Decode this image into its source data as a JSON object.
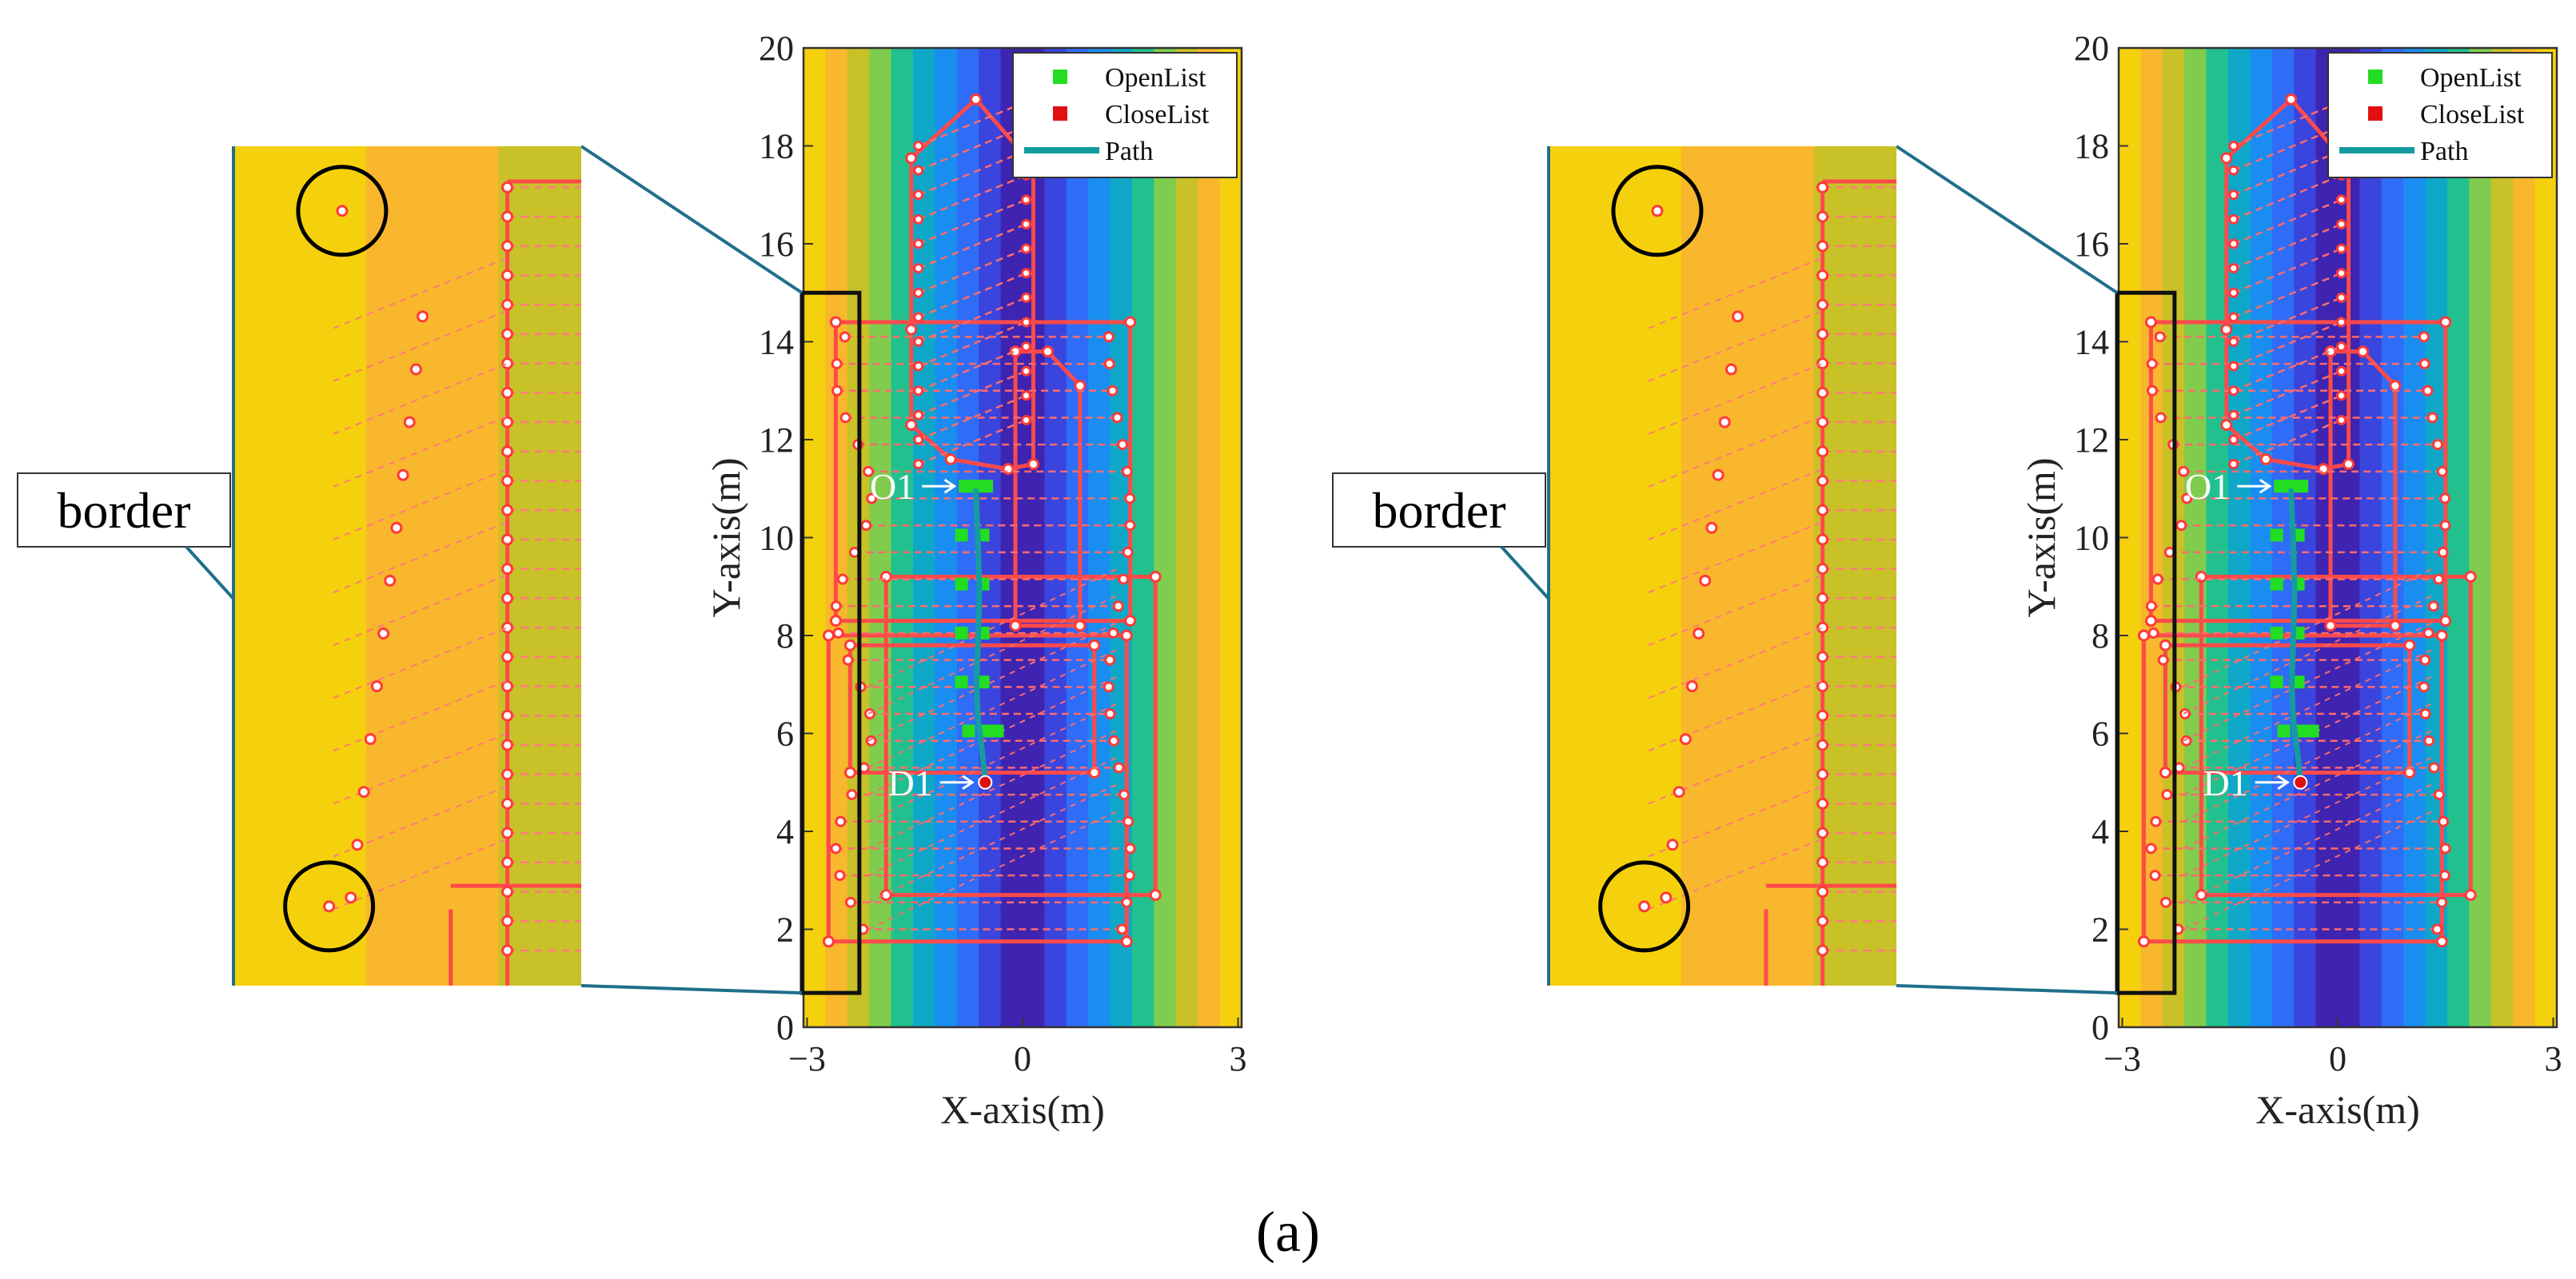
{
  "caption": "(a)",
  "panels": [
    {
      "border_label": "border",
      "annotations": [
        {
          "text": "O1"
        },
        {
          "text": "D1"
        }
      ]
    },
    {
      "border_label": "border",
      "annotations": [
        {
          "text": "O1"
        },
        {
          "text": "D1"
        }
      ]
    }
  ],
  "chart_data": [
    {
      "type": "scatter",
      "title": "",
      "xlabel": "X-axis(m)",
      "ylabel": "Y-axis(m)",
      "xlim": [
        -3.05,
        3.05
      ],
      "ylim": [
        0,
        20
      ],
      "xticks": [
        -3,
        0,
        3
      ],
      "yticks": [
        0,
        2,
        4,
        6,
        8,
        10,
        12,
        14,
        16,
        18,
        20
      ],
      "grid": false,
      "legend_position": "top-right",
      "legend": [
        {
          "name": "OpenList",
          "color": "#22dd22",
          "marker": "square"
        },
        {
          "name": "CloseList",
          "color": "#e01010",
          "marker": "square"
        },
        {
          "name": "Path",
          "color": "#159ca0",
          "marker": "line"
        }
      ],
      "background_colors": [
        "#f5d10d",
        "#f8b72c",
        "#c8c128",
        "#7fcc4e",
        "#22c08e",
        "#0fa7c7",
        "#1a8ef0",
        "#2f6cf7",
        "#3a45dd",
        "#3e24b0",
        "#3e24b0",
        "#3a45dd",
        "#2f6cf7",
        "#1a8ef0",
        "#0fa7c7",
        "#22c08e",
        "#7fcc4e",
        "#c8c128",
        "#f8b72c",
        "#f5d10d"
      ],
      "obstacles": [
        {
          "polygon": [
            [
              -1.55,
              14.25
            ],
            [
              -1.55,
              17.75
            ],
            [
              -0.65,
              18.95
            ],
            [
              0.15,
              17.6
            ],
            [
              0.15,
              11.5
            ],
            [
              -0.2,
              11.4
            ],
            [
              -1.0,
              11.6
            ],
            [
              -1.55,
              12.3
            ]
          ]
        },
        {
          "polygon": [
            [
              -2.6,
              14.4
            ],
            [
              1.5,
              14.4
            ],
            [
              1.5,
              8.3
            ],
            [
              -2.6,
              8.3
            ]
          ]
        },
        {
          "polygon": [
            [
              -0.1,
              13.8
            ],
            [
              0.35,
              13.8
            ],
            [
              0.8,
              13.1
            ],
            [
              0.8,
              8.2
            ],
            [
              -0.1,
              8.2
            ]
          ]
        },
        {
          "polygon": [
            [
              -2.7,
              8.0
            ],
            [
              1.45,
              8.0
            ],
            [
              1.45,
              1.75
            ],
            [
              -2.7,
              1.75
            ]
          ]
        },
        {
          "polygon": [
            [
              -1.9,
              9.2
            ],
            [
              1.85,
              9.2
            ],
            [
              1.85,
              2.7
            ],
            [
              -1.9,
              2.7
            ]
          ]
        },
        {
          "polygon": [
            [
              -2.4,
              7.8
            ],
            [
              1.0,
              7.8
            ],
            [
              1.0,
              5.2
            ],
            [
              -2.4,
              5.2
            ]
          ]
        }
      ],
      "series": [
        {
          "name": "OpenList",
          "points": [
            [
              -0.8,
              11.05
            ],
            [
              -0.65,
              11.05
            ],
            [
              -0.5,
              11.05
            ],
            [
              -0.85,
              10.05
            ],
            [
              -0.55,
              10.05
            ],
            [
              -0.85,
              9.05
            ],
            [
              -0.55,
              9.05
            ],
            [
              -0.85,
              8.05
            ],
            [
              -0.55,
              8.05
            ],
            [
              -0.85,
              7.05
            ],
            [
              -0.55,
              7.05
            ],
            [
              -0.75,
              6.05
            ],
            [
              -0.5,
              6.05
            ],
            [
              -0.35,
              6.05
            ]
          ]
        },
        {
          "name": "Path",
          "points": [
            [
              -0.65,
              10.95
            ],
            [
              -0.62,
              9.9
            ],
            [
              -0.6,
              8.9
            ],
            [
              -0.62,
              7.9
            ],
            [
              -0.64,
              7.0
            ],
            [
              -0.62,
              6.3
            ],
            [
              -0.56,
              5.6
            ],
            [
              -0.52,
              5.0
            ]
          ]
        }
      ],
      "inset": {
        "xlim": [
          -3.05,
          -2.25
        ],
        "ylim": [
          0.7,
          15.0
        ]
      }
    },
    {
      "type": "scatter",
      "title": "",
      "xlabel": "X-axis(m)",
      "ylabel": "Y-axis(m)",
      "xlim": [
        -3.05,
        3.05
      ],
      "ylim": [
        0,
        20
      ],
      "xticks": [
        -3,
        0,
        3
      ],
      "yticks": [
        0,
        2,
        4,
        6,
        8,
        10,
        12,
        14,
        16,
        18,
        20
      ],
      "grid": false,
      "legend_position": "top-right",
      "legend": [
        {
          "name": "OpenList",
          "color": "#22dd22",
          "marker": "square"
        },
        {
          "name": "CloseList",
          "color": "#e01010",
          "marker": "square"
        },
        {
          "name": "Path",
          "color": "#159ca0",
          "marker": "line"
        }
      ],
      "background_colors": [
        "#f5d10d",
        "#f8b72c",
        "#c8c128",
        "#7fcc4e",
        "#22c08e",
        "#0fa7c7",
        "#1a8ef0",
        "#2f6cf7",
        "#3a45dd",
        "#3e24b0",
        "#3e24b0",
        "#3a45dd",
        "#2f6cf7",
        "#1a8ef0",
        "#0fa7c7",
        "#22c08e",
        "#7fcc4e",
        "#c8c128",
        "#f8b72c",
        "#f5d10d"
      ],
      "obstacles": [
        {
          "polygon": [
            [
              -1.55,
              14.25
            ],
            [
              -1.55,
              17.75
            ],
            [
              -0.65,
              18.95
            ],
            [
              0.15,
              17.6
            ],
            [
              0.15,
              11.5
            ],
            [
              -0.2,
              11.4
            ],
            [
              -1.0,
              11.6
            ],
            [
              -1.55,
              12.3
            ]
          ]
        },
        {
          "polygon": [
            [
              -2.6,
              14.4
            ],
            [
              1.5,
              14.4
            ],
            [
              1.5,
              8.3
            ],
            [
              -2.6,
              8.3
            ]
          ]
        },
        {
          "polygon": [
            [
              -0.1,
              13.8
            ],
            [
              0.35,
              13.8
            ],
            [
              0.8,
              13.1
            ],
            [
              0.8,
              8.2
            ],
            [
              -0.1,
              8.2
            ]
          ]
        },
        {
          "polygon": [
            [
              -2.7,
              8.0
            ],
            [
              1.45,
              8.0
            ],
            [
              1.45,
              1.75
            ],
            [
              -2.7,
              1.75
            ]
          ]
        },
        {
          "polygon": [
            [
              -1.9,
              9.2
            ],
            [
              1.85,
              9.2
            ],
            [
              1.85,
              2.7
            ],
            [
              -1.9,
              2.7
            ]
          ]
        },
        {
          "polygon": [
            [
              -2.4,
              7.8
            ],
            [
              1.0,
              7.8
            ],
            [
              1.0,
              5.2
            ],
            [
              -2.4,
              5.2
            ]
          ]
        }
      ],
      "series": [
        {
          "name": "OpenList",
          "points": [
            [
              -0.8,
              11.05
            ],
            [
              -0.65,
              11.05
            ],
            [
              -0.5,
              11.05
            ],
            [
              -0.85,
              10.05
            ],
            [
              -0.55,
              10.05
            ],
            [
              -0.85,
              9.05
            ],
            [
              -0.55,
              9.05
            ],
            [
              -0.85,
              8.05
            ],
            [
              -0.55,
              8.05
            ],
            [
              -0.85,
              7.05
            ],
            [
              -0.55,
              7.05
            ],
            [
              -0.75,
              6.05
            ],
            [
              -0.5,
              6.05
            ],
            [
              -0.35,
              6.05
            ]
          ]
        },
        {
          "name": "Path",
          "points": [
            [
              -0.65,
              10.95
            ],
            [
              -0.62,
              9.9
            ],
            [
              -0.6,
              8.9
            ],
            [
              -0.62,
              7.9
            ],
            [
              -0.64,
              7.0
            ],
            [
              -0.62,
              6.3
            ],
            [
              -0.56,
              5.6
            ],
            [
              -0.52,
              5.0
            ]
          ]
        }
      ],
      "inset": {
        "xlim": [
          -3.05,
          -2.25
        ],
        "ylim": [
          0.7,
          15.0
        ]
      }
    }
  ]
}
